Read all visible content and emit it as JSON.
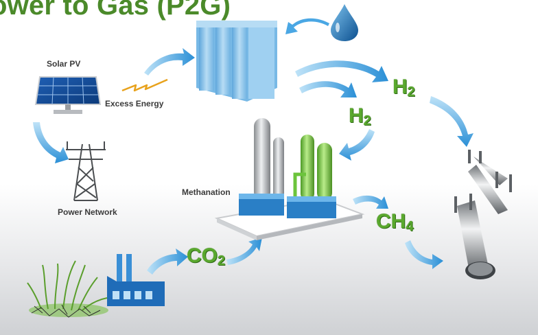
{
  "title": "ower to Gas (P2G)",
  "labels": {
    "solar_pv": "Solar PV",
    "excess_energy": "Excess Energy",
    "power_network": "Power Network",
    "methanation": "Methanation"
  },
  "chemicals": {
    "h2_top": {
      "main": "H",
      "sub": "2"
    },
    "h2_mid": {
      "main": "H",
      "sub": "2"
    },
    "ch4": {
      "main": "CH",
      "sub": "4"
    },
    "co2": {
      "main": "CO",
      "sub": "2"
    }
  },
  "colors": {
    "title_green": "#4b8a2a",
    "chem_green": "#5aa82e",
    "arrow_blue": "#3aa0e0",
    "electrolyzer_blue": "#8ec6ea"
  }
}
